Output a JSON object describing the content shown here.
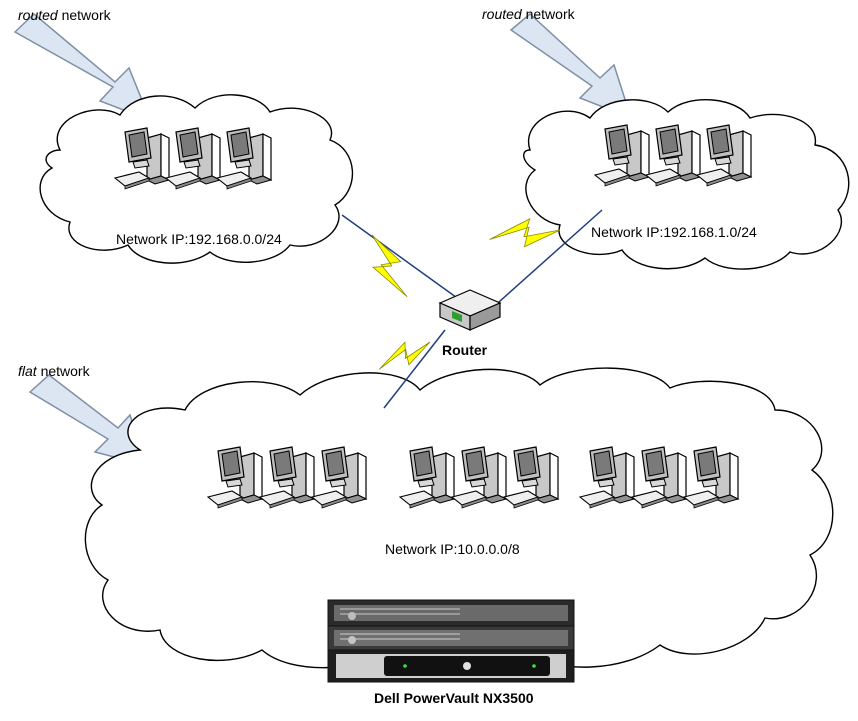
{
  "arrows": {
    "top_left": {
      "italic": "routed",
      "rest": " network"
    },
    "top_right": {
      "italic": "routed",
      "rest": " network"
    },
    "bottom_left": {
      "italic": "flat",
      "rest": " network"
    }
  },
  "clouds": {
    "left": {
      "label": "Network IP:192.168.0.0/24"
    },
    "right": {
      "label": "Network IP:192.168.1.0/24"
    },
    "bottom": {
      "label": "Network IP:10.0.0.0/8"
    }
  },
  "router": {
    "label": "Router"
  },
  "storage": {
    "label": "Dell PowerVault NX3500"
  },
  "colors": {
    "cloud_stroke": "#000000",
    "arrow_fill": "#dce6f2",
    "arrow_stroke": "#7f8fa6",
    "bolt_fill": "#ffff00",
    "link_line": "#1f3f7f"
  }
}
